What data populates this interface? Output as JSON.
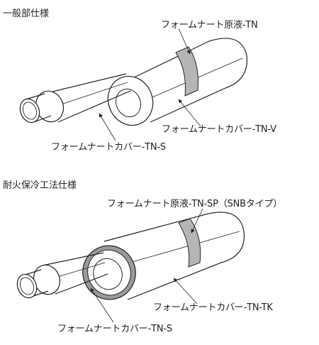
{
  "figures": [
    {
      "title": "一般部仕様",
      "labels": {
        "coating": "フォームナート原液-TN",
        "outer_cover": "フォームナートカバー-TN-V",
        "inner_cover": "フォームナートカバー-TN-S"
      }
    },
    {
      "title": "耐火保冷工法仕様",
      "labels": {
        "coating": "フォームナート原液-TN-SP（SNBタイプ）",
        "outer_cover": "フォームナートカバー-TN-TK",
        "inner_cover": "フォームナートカバー-TN-S"
      }
    }
  ]
}
